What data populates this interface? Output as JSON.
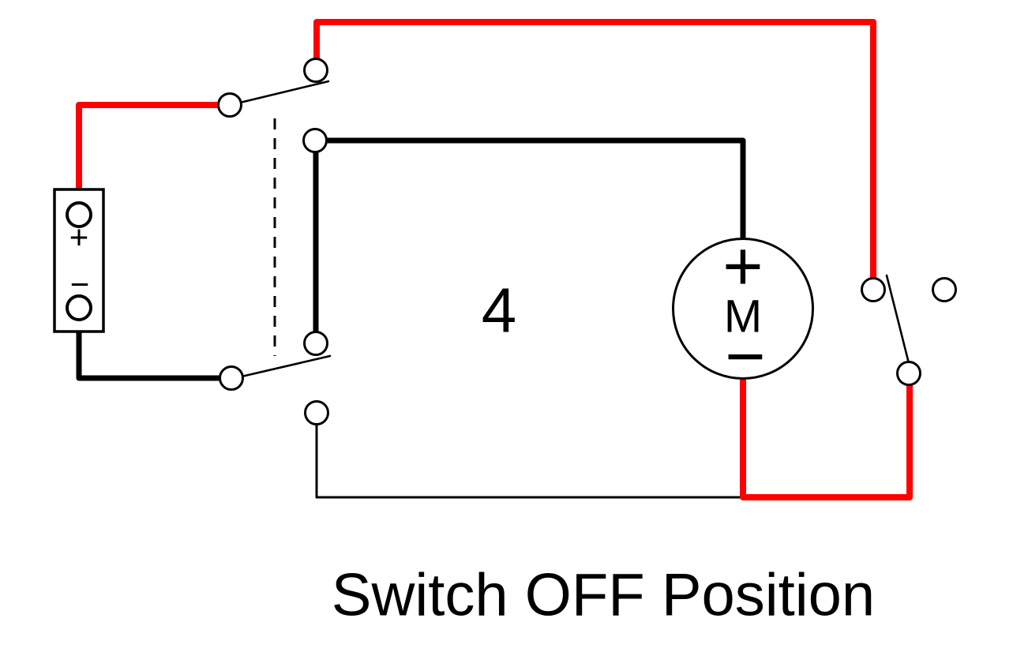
{
  "diagram": {
    "title": "Switch OFF Position",
    "figure_label": "4",
    "battery": {
      "positive_label": "+",
      "negative_label": "−"
    },
    "motor": {
      "label": "M",
      "positive_label": "+",
      "negative_label": "−"
    },
    "colors": {
      "positive_wire": "#ff0000",
      "negative_wire": "#000000",
      "outline": "#000000",
      "background": "#ffffff"
    }
  }
}
